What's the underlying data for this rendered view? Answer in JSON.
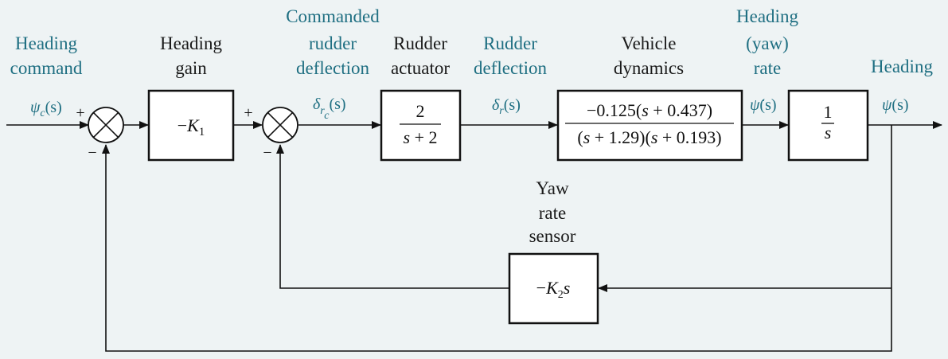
{
  "colors": {
    "background": "#eef3f4",
    "signal_label": "#1f6f82",
    "block_label": "#1a1a1a",
    "line": "#111111"
  },
  "labels": {
    "heading_command": [
      "Heading",
      "command"
    ],
    "heading_gain": [
      "Heading",
      "gain"
    ],
    "commanded_rudder_deflection": [
      "Commanded",
      "rudder",
      "deflection"
    ],
    "rudder_actuator": [
      "Rudder",
      "actuator"
    ],
    "rudder_deflection": [
      "Rudder",
      "deflection"
    ],
    "vehicle_dynamics": [
      "Vehicle",
      "dynamics"
    ],
    "heading_yaw_rate": [
      "Heading",
      "(yaw)",
      "rate"
    ],
    "heading_output": "Heading",
    "yaw_rate_sensor": [
      "Yaw",
      "rate",
      "sensor"
    ]
  },
  "signals": {
    "psi_c": {
      "sym": "ψ",
      "sub": "c",
      "arg": "(s)"
    },
    "delta_rc": {
      "sym": "δ",
      "sub": "r",
      "subsub": "c",
      "arg": "(s)"
    },
    "delta_r": {
      "sym": "δ",
      "sub": "r",
      "arg": "(s)"
    },
    "psi_dot": {
      "sym": "ψ̇",
      "arg": "(s)"
    },
    "psi": {
      "sym": "ψ",
      "arg": "(s)"
    }
  },
  "blocks": {
    "heading_gain": {
      "minus": "−",
      "sym": "K",
      "sub": "1"
    },
    "rudder_actuator": {
      "num": "2",
      "den_var": "s",
      "den_rest": " + 2"
    },
    "vehicle_dynamics": {
      "num_a": "−0.125(",
      "num_var": "s",
      "num_b": " + 0.437)",
      "den_a": "(",
      "den_var1": "s",
      "den_b": " + 1.29)(",
      "den_var2": "s",
      "den_c": " + 0.193)"
    },
    "integrator": {
      "num": "1",
      "den": "s"
    },
    "yaw_rate_sensor": {
      "minus": "−",
      "sym": "K",
      "sub": "2",
      "var": "s"
    }
  },
  "summing_junctions": {
    "sum1": {
      "plus": "+",
      "minus": "−"
    },
    "sum2": {
      "plus": "+",
      "minus": "−"
    }
  }
}
